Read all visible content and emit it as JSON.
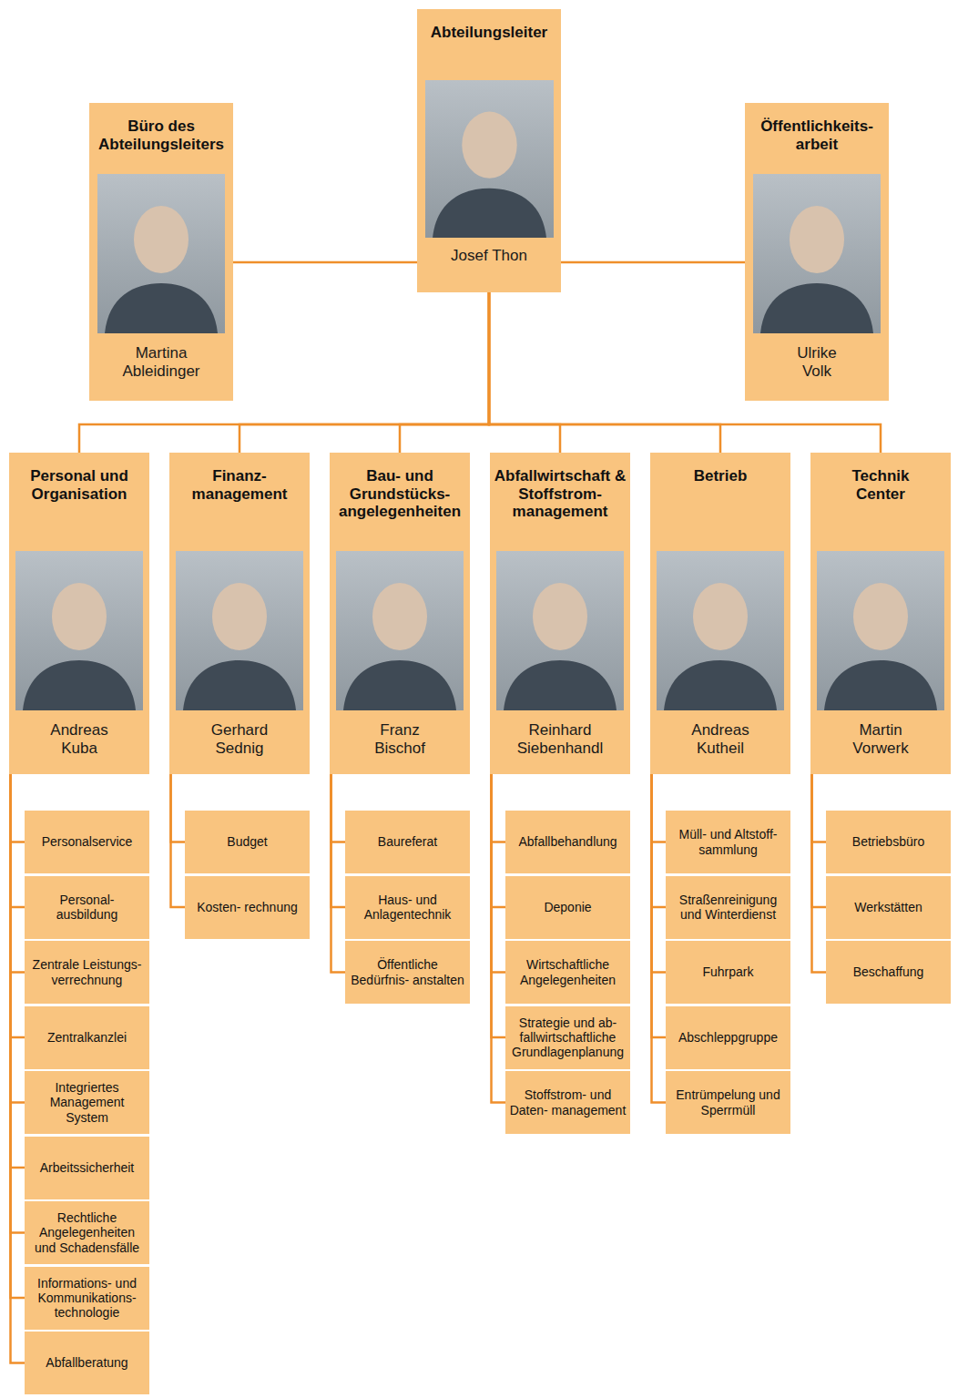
{
  "diagram": {
    "nodes": [
      {
        "text": [
          "Abteilungsleiter",
          "Josef Thon"
        ]
      },
      {
        "text": [
          "Büro des Abteilungsleiters",
          "Martina Ableidinger"
        ]
      },
      {
        "text": [
          "Öffentlichkeits- arbeit",
          "Ulrike Volk"
        ]
      },
      {
        "text": [
          "Personal und Organisation",
          "Andreas Kuba"
        ]
      },
      {
        "text": [
          "Finanz- management",
          "Gerhard Sednig"
        ]
      },
      {
        "text": [
          "Bau- und Grundstücks- angelegenheiten",
          "Franz Bischof"
        ]
      },
      {
        "text": [
          "Abfallwirtschaft & Stoffstrom- management",
          "Reinhard Siebenhandl"
        ]
      },
      {
        "text": [
          "Betrieb",
          "Andreas Kutheil"
        ]
      },
      {
        "text": [
          "Technik Center",
          "Martin Vorwerk"
        ]
      },
      {
        "text": [
          "Personalservice"
        ]
      },
      {
        "text": [
          "Personal- ausbildung"
        ]
      },
      {
        "text": [
          "Zentrale Leistungs- verrechnung"
        ]
      },
      {
        "text": [
          "Zentralkanzlei"
        ]
      },
      {
        "text": [
          "Integriertes Management System"
        ]
      },
      {
        "text": [
          "Arbeitssicherheit"
        ]
      },
      {
        "text": [
          "Rechtliche Angelegenheiten und Schadensfälle"
        ]
      },
      {
        "text": [
          "Informations- und Kommunikations- technologie"
        ]
      },
      {
        "text": [
          "Abfallberatung"
        ]
      },
      {
        "text": [
          "Budget"
        ]
      },
      {
        "text": [
          "Kosten- rechnung"
        ]
      },
      {
        "text": [
          "Baureferat"
        ]
      },
      {
        "text": [
          "Haus- und Anlagentechnik"
        ]
      },
      {
        "text": [
          "Öffentliche Bedürfnis- anstalten"
        ]
      },
      {
        "text": [
          "Abfallbehandlung"
        ]
      },
      {
        "text": [
          "Deponie"
        ]
      },
      {
        "text": [
          "Wirtschaftliche Angelegenheiten"
        ]
      },
      {
        "text": [
          "Strategie und ab- fallwirtschaftliche Grundlagenplanung"
        ]
      },
      {
        "text": [
          "Stoffstrom- und Daten- management"
        ]
      },
      {
        "text": [
          "Müll- und Altstoff- sammlung"
        ]
      },
      {
        "text": [
          "Straßenreinigung und Winterdienst"
        ]
      },
      {
        "text": [
          "Fuhrpark"
        ]
      },
      {
        "text": [
          "Abschleppgruppe"
        ]
      },
      {
        "text": [
          "Entrümpelung und Sperrmüll"
        ]
      },
      {
        "text": [
          "Betriebsbüro"
        ]
      },
      {
        "text": [
          "Werkstätten"
        ]
      },
      {
        "text": [
          "Beschaffung"
        ]
      }
    ],
    "edges": [
      {
        "from": 0,
        "to": 1,
        "arrow": "none"
      },
      {
        "from": 0,
        "to": 2,
        "arrow": "none"
      },
      {
        "from": 0,
        "to": 3,
        "arrow": "none"
      },
      {
        "from": 0,
        "to": 4,
        "arrow": "none"
      },
      {
        "from": 0,
        "to": 5,
        "arrow": "none"
      },
      {
        "from": 0,
        "to": 6,
        "arrow": "none"
      },
      {
        "from": 0,
        "to": 7,
        "arrow": "none"
      },
      {
        "from": 0,
        "to": 8,
        "arrow": "none"
      },
      {
        "from": 3,
        "to": 9,
        "arrow": "none"
      },
      {
        "from": 3,
        "to": 10,
        "arrow": "none"
      },
      {
        "from": 3,
        "to": 11,
        "arrow": "none"
      },
      {
        "from": 3,
        "to": 12,
        "arrow": "none"
      },
      {
        "from": 3,
        "to": 13,
        "arrow": "none"
      },
      {
        "from": 3,
        "to": 14,
        "arrow": "none"
      },
      {
        "from": 3,
        "to": 15,
        "arrow": "none"
      },
      {
        "from": 3,
        "to": 16,
        "arrow": "none"
      },
      {
        "from": 3,
        "to": 17,
        "arrow": "none"
      },
      {
        "from": 4,
        "to": 18,
        "arrow": "none"
      },
      {
        "from": 4,
        "to": 19,
        "arrow": "none"
      },
      {
        "from": 5,
        "to": 20,
        "arrow": "none"
      },
      {
        "from": 5,
        "to": 21,
        "arrow": "none"
      },
      {
        "from": 5,
        "to": 22,
        "arrow": "none"
      },
      {
        "from": 6,
        "to": 23,
        "arrow": "none"
      },
      {
        "from": 6,
        "to": 24,
        "arrow": "none"
      },
      {
        "from": 6,
        "to": 25,
        "arrow": "none"
      },
      {
        "from": 6,
        "to": 26,
        "arrow": "none"
      },
      {
        "from": 6,
        "to": 27,
        "arrow": "none"
      },
      {
        "from": 7,
        "to": 28,
        "arrow": "none"
      },
      {
        "from": 7,
        "to": 29,
        "arrow": "none"
      },
      {
        "from": 7,
        "to": 30,
        "arrow": "none"
      },
      {
        "from": 7,
        "to": 31,
        "arrow": "none"
      },
      {
        "from": 7,
        "to": 32,
        "arrow": "none"
      },
      {
        "from": 8,
        "to": 33,
        "arrow": "none"
      },
      {
        "from": 8,
        "to": 34,
        "arrow": "none"
      },
      {
        "from": 8,
        "to": 35,
        "arrow": "none"
      }
    ]
  }
}
